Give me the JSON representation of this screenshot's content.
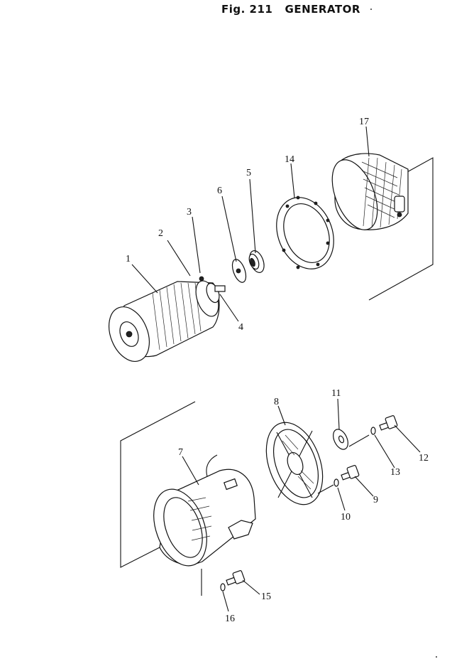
{
  "figure": {
    "title": "Fig. 211   GENERATOR"
  },
  "callouts": [
    {
      "id": "p1",
      "label": "1"
    },
    {
      "id": "p2",
      "label": "2"
    },
    {
      "id": "p3",
      "label": "3"
    },
    {
      "id": "p4",
      "label": "4"
    },
    {
      "id": "p5",
      "label": "5"
    },
    {
      "id": "p6",
      "label": "6"
    },
    {
      "id": "p7",
      "label": "7"
    },
    {
      "id": "p8",
      "label": "8"
    },
    {
      "id": "p9",
      "label": "9"
    },
    {
      "id": "p10",
      "label": "10"
    },
    {
      "id": "p11",
      "label": "11"
    },
    {
      "id": "p12",
      "label": "12"
    },
    {
      "id": "p13",
      "label": "13"
    },
    {
      "id": "p14",
      "label": "14"
    },
    {
      "id": "p15",
      "label": "15"
    },
    {
      "id": "p16",
      "label": "16"
    },
    {
      "id": "p17",
      "label": "17"
    }
  ]
}
